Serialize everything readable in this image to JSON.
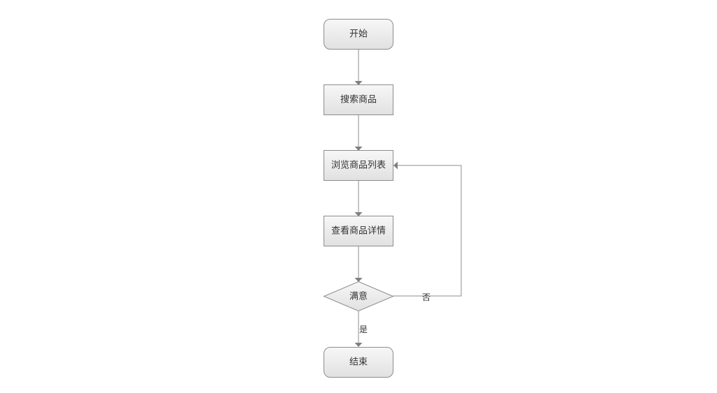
{
  "diagram": {
    "type": "flowchart",
    "nodes": {
      "start": {
        "label": "开始",
        "shape": "rounded-rect"
      },
      "search": {
        "label": "搜索商品",
        "shape": "rect"
      },
      "browse": {
        "label": "浏览商品列表",
        "shape": "rect"
      },
      "detail": {
        "label": "查看商品详情",
        "shape": "rect"
      },
      "decision": {
        "label": "满意",
        "shape": "diamond"
      },
      "end": {
        "label": "结束",
        "shape": "rounded-rect"
      }
    },
    "edges": [
      {
        "from": "start",
        "to": "search",
        "label": ""
      },
      {
        "from": "search",
        "to": "browse",
        "label": ""
      },
      {
        "from": "browse",
        "to": "detail",
        "label": ""
      },
      {
        "from": "detail",
        "to": "decision",
        "label": ""
      },
      {
        "from": "decision",
        "to": "end",
        "label": "是"
      },
      {
        "from": "decision",
        "to": "browse",
        "label": "否"
      }
    ],
    "colors": {
      "stroke": "#8c8c8c",
      "fill_top": "#f7f7f7",
      "fill_bottom": "#e1e1e1",
      "text": "#333333"
    }
  }
}
